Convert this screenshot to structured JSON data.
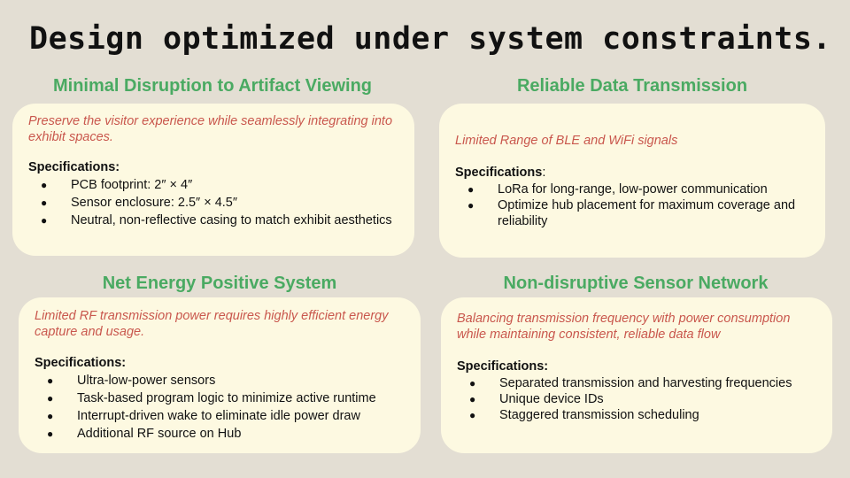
{
  "title": "Design optimized under system constraints.",
  "sections": [
    {
      "heading": "Minimal Disruption to Artifact Viewing",
      "description": "Preserve the visitor experience while seamlessly integrating into exhibit spaces.",
      "spec_label": "Specifications:",
      "spec_suffix": "",
      "items": [
        "PCB footprint: 2″ × 4″",
        "Sensor enclosure: 2.5″ × 4.5″",
        "Neutral, non-reflective casing to match exhibit aesthetics"
      ]
    },
    {
      "heading": "Reliable Data Transmission",
      "description": "Limited Range of BLE and WiFi signals",
      "spec_label": "Specifications",
      "spec_suffix": ":",
      "items": [
        "LoRa for long-range, low-power communication",
        "Optimize hub placement for maximum coverage and reliability"
      ]
    },
    {
      "heading": "Net Energy Positive System",
      "description": "Limited RF transmission power requires highly efficient energy capture and usage.",
      "spec_label": "Specifications:",
      "spec_suffix": "",
      "items": [
        "Ultra-low-power sensors",
        "Task-based program logic to minimize active runtime",
        "Interrupt-driven wake to eliminate idle power draw",
        "Additional RF source on Hub"
      ]
    },
    {
      "heading": "Non-disruptive Sensor Network",
      "description": "Balancing transmission frequency with power consumption while maintaining consistent, reliable data flow",
      "spec_label": "Specifications:",
      "spec_suffix": "",
      "items": [
        "Separated transmission and harvesting frequencies",
        "Unique device IDs",
        "Staggered transmission scheduling"
      ]
    }
  ],
  "bullet_glyph": "●",
  "colors": {
    "background": "#e3ded3",
    "card": "#fdf9e1",
    "heading": "#4aaa62",
    "description": "#c9574d",
    "text": "#111111"
  }
}
